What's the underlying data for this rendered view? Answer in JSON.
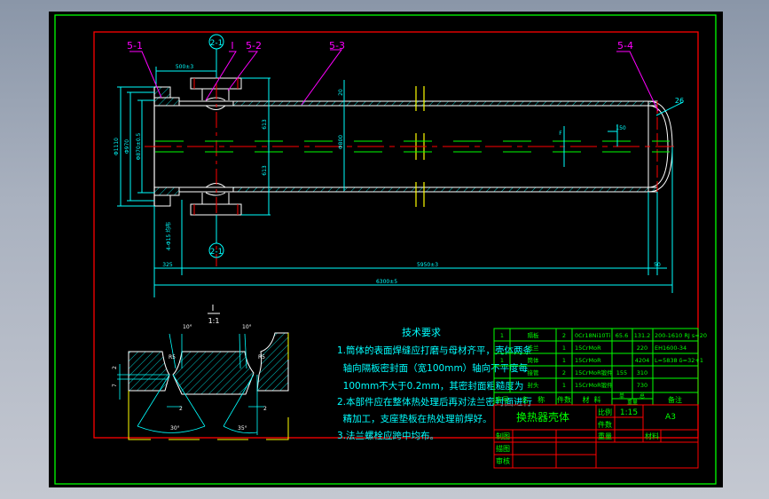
{
  "colors": {
    "background": "#000000",
    "outer_frame": "#00ff00",
    "inner_frame": "#ff0000",
    "dimension": "#00ffff",
    "outline": "#ffffff",
    "centerline": "#ff0000",
    "hidden": "#00ff00",
    "leader": "#ff00ff",
    "break": "#ffff00",
    "text": "#00ffff",
    "table_text": "#00ff00"
  },
  "main_view": {
    "balloons": [
      "5-1",
      "I",
      "5-2",
      "5-3",
      "5-4"
    ],
    "section_mark_top": "2-1",
    "section_mark_bottom": "2-1",
    "dimensions": {
      "flange_offset": "500±3",
      "dia_outer": "Φ1110",
      "dia_mid": "Φ970",
      "dia_inner": "Φ870±0.5",
      "nozzle_height": "613",
      "nozzle_height_bottom": "613",
      "shell_thk": "20",
      "shell_dia": "Φ800",
      "nozzle_note": "4-Φ15 均布",
      "left_len": "325",
      "shell_len": "5950±3",
      "head_len": "50",
      "total_len": "6300±5",
      "head_thk": "26",
      "f_mark": "F",
      "gap_150": "150"
    }
  },
  "detail_view": {
    "label": "I",
    "scale": "1:1",
    "angle_left": "10°",
    "angle_right": "10°",
    "radius_left": "R5",
    "radius_right": "R5",
    "dim_2": "2",
    "dim_7": "7",
    "gap_left": "2",
    "gap_right": "2",
    "bevel_left": "30°",
    "bevel_right": "35°"
  },
  "tech_requirements": {
    "title": "技术要求",
    "lines": [
      "1.筒体的表面焊缝应打磨与母材齐平，壳体两条",
      "  轴向隔板密封面（宽100mm）轴向不平度每",
      "  100mm不大于0.2mm，其密封面粗糙度为",
      "2.本部件应在整体热处理后再对法兰密封面进行",
      "  精加工，支座垫板在热处理前焊好。",
      "3.法兰螺栓应跨中均布。"
    ]
  },
  "parts_list": {
    "rows": [
      {
        "no": "1",
        "name": "隔板",
        "qty": "2",
        "material": "0Cr18Ni10Ti",
        "single_wt": "65.6",
        "total_wt": "131.2",
        "remark": "200-1610 RJ s=20"
      },
      {
        "no": "",
        "name": "法兰",
        "qty": "1",
        "material": "15CrMoR",
        "single_wt": "",
        "total_wt": "220",
        "remark": "EH1600-34"
      },
      {
        "no": "1",
        "name": "筒体",
        "qty": "1",
        "material": "15CrMoR",
        "single_wt": "",
        "total_wt": "4204",
        "remark": "L=5838  δ=32+1"
      },
      {
        "no": "",
        "name": "接管",
        "qty": "2",
        "material": "15CrMoR锻件",
        "single_wt": "155",
        "total_wt": "310",
        "remark": ""
      },
      {
        "no": "",
        "name": "封头",
        "qty": "1",
        "material": "15CrMoR锻件",
        "single_wt": "",
        "total_wt": "730",
        "remark": ""
      }
    ],
    "header": {
      "no": "序号",
      "name": "名    称",
      "qty": "件数",
      "material": "材  料",
      "single": "单",
      "total": "总",
      "weight": "重量",
      "remark": "备注"
    }
  },
  "title_block": {
    "drawing_name": "换热器壳体",
    "scale_label": "比例",
    "scale_value": "1:15",
    "quantity_label": "件数",
    "weight_label": "重量",
    "material_label": "材料",
    "sheet_size": "A3",
    "designed_label": "制图",
    "drawn_label": "描图",
    "checked_label": "审核"
  }
}
